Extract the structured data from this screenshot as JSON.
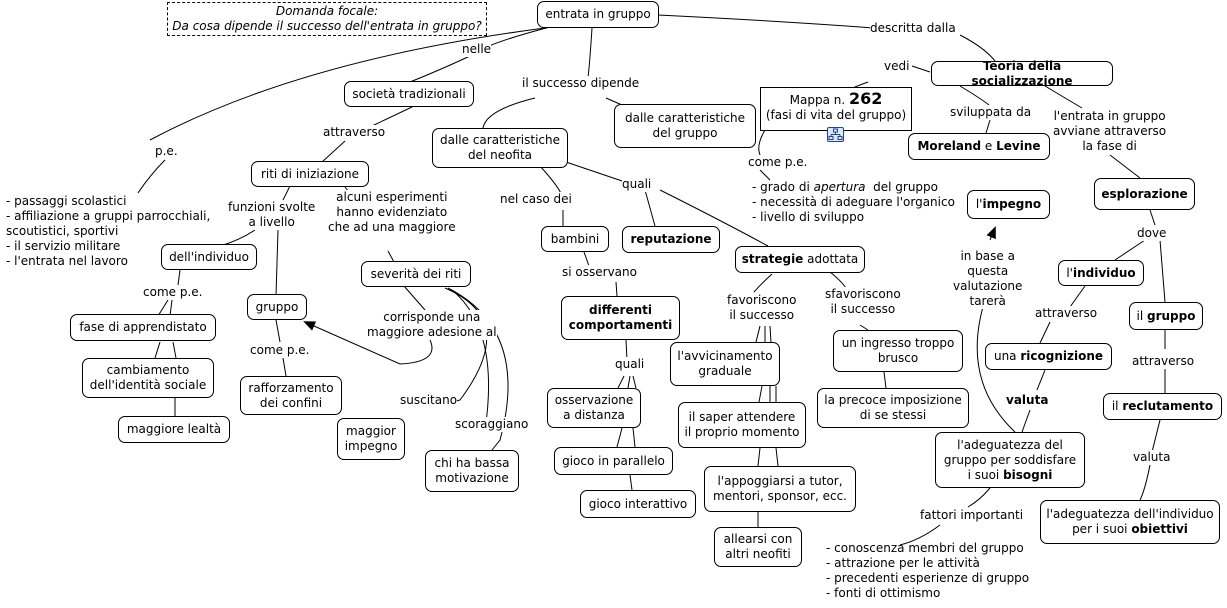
{
  "focus": {
    "line1": "Domanda focale:",
    "line2": "Da cosa dipende il successo dell'entrata in gruppo?"
  },
  "nodes": {
    "entrata": "entrata in gruppo",
    "societa": "società tradizionali",
    "riti": "riti di iniziazione",
    "individuo_small": "dell'individuo",
    "fase": "fase di apprendistato",
    "cambiamento": [
      "cambiamento",
      "dell'identità sociale"
    ],
    "lealta": "maggiore lealtà",
    "gruppo_small": "gruppo",
    "rafforzamento": [
      "rafforzamento",
      "dei confini"
    ],
    "severita": "severità dei riti",
    "maggior_impegno": [
      "maggior",
      "impegno"
    ],
    "bassa_motivazione": [
      "chi ha bassa",
      "motivazione"
    ],
    "neofita": [
      "dalle caratteristiche",
      "del neofita"
    ],
    "bambini": "bambini",
    "differenti": [
      "differenti",
      "comportamenti"
    ],
    "osservazione": [
      "osservazione",
      "a distanza"
    ],
    "gioco_parallelo": "gioco in parallelo",
    "gioco_interattivo": "gioco interattivo",
    "reputazione": "reputazione",
    "strategie": {
      "bold": "strategie",
      "rest": " adottata"
    },
    "avvicinamento": [
      "l'avvicinamento",
      "graduale"
    ],
    "saper_attendere": [
      "il saper attendere",
      "il proprio momento"
    ],
    "appoggiarsi": [
      "l'appoggiarsi a tutor,",
      "mentori, sponsor, ecc."
    ],
    "allearsi": [
      "allearsi con",
      "altri neofiti"
    ],
    "ingresso": [
      "un ingresso troppo",
      "brusco"
    ],
    "imposizione": [
      "la precoce imposizione",
      "di se stessi"
    ],
    "car_gruppo": [
      "dalle caratteristiche",
      "del gruppo"
    ],
    "mappa": {
      "pre": "Mappa n. ",
      "num": "262",
      "line2": "(fasi di vita del gruppo)"
    },
    "teoria": "Teoria della socializzazione",
    "moreland": {
      "a": "Moreland",
      "mid": " e ",
      "b": "Levine"
    },
    "impegno": {
      "pre": "l'",
      "bold": "impegno"
    },
    "esplorazione": "esplorazione",
    "individuo": {
      "pre": "l'",
      "bold": "individuo"
    },
    "il_gruppo": {
      "pre": "il ",
      "bold": "gruppo"
    },
    "ricognizione": {
      "pre": "una ",
      "bold": "ricognizione"
    },
    "reclutamento": {
      "pre": "il ",
      "bold": "reclutamento"
    },
    "adeguatezza_gruppo": {
      "l1": "l'adeguatezza del",
      "l2": "gruppo per soddisfare",
      "l3pre": "i suoi ",
      "l3bold": "bisogni"
    },
    "adeguatezza_individuo": {
      "l1": "l'adeguatezza dell'individuo",
      "l2pre": "per i suoi ",
      "l2bold": "obiettivi"
    }
  },
  "labels": {
    "nelle": "nelle",
    "pe_left": "p.e.",
    "successo_dipende": "il successo dipende",
    "attraverso_left": "attraverso",
    "funzioni": [
      "funzioni svolte",
      "a livello"
    ],
    "esperimenti": [
      "alcuni esperimenti",
      "hanno evidenziato",
      "che ad una maggiore"
    ],
    "come_pe_1": "come p.e.",
    "come_pe_2": "come p.e.",
    "corrisponde": [
      "corrisponde una",
      "maggiore adesione al"
    ],
    "suscitano": "suscitano",
    "scoraggiano": "scoraggiano",
    "nel_caso": "nel caso dei",
    "quali_top": "quali",
    "si_osservano": "si osservano",
    "quali_bottom": "quali",
    "favoriscono": [
      "favoriscono",
      "il successo"
    ],
    "sfavoriscono": [
      "sfavoriscono",
      "il successo"
    ],
    "come_pe_3": "come p.e.",
    "descritta": "descritta dalla",
    "vedi": "vedi",
    "sviluppata": "sviluppata da",
    "entrata_avvia": [
      "l'entrata in gruppo",
      "avviane attraverso",
      "la fase di"
    ],
    "dove": "dove",
    "in_base": [
      "in base a",
      "questa",
      "valutazione",
      "tarerà"
    ],
    "attraverso_2": "attraverso",
    "attraverso_3": "attraverso",
    "valuta_1": "valuta",
    "valuta_2": "valuta",
    "fattori": "fattori importanti"
  },
  "lists": {
    "passaggi": [
      "- passaggi scolastici",
      "- affiliazione a gruppi parrocchiali,",
      "scoutistici, sportivi",
      "- il servizio militare",
      "- l'entrata nel lavoro"
    ],
    "apertura_pre": "- grado di ",
    "apertura_em": "apertura",
    "apertura_post": "  del gruppo",
    "gruppo_rest": [
      "- necessità di adeguare l'organico",
      "- livello di sviluppo"
    ],
    "fattori": [
      "- conoscenza membri del gruppo",
      "- attrazione per le attività",
      "- precedenti esperienze di gruppo",
      "- fonti di ottimismo"
    ]
  },
  "icons": {
    "map_link": "linked-map-icon"
  }
}
